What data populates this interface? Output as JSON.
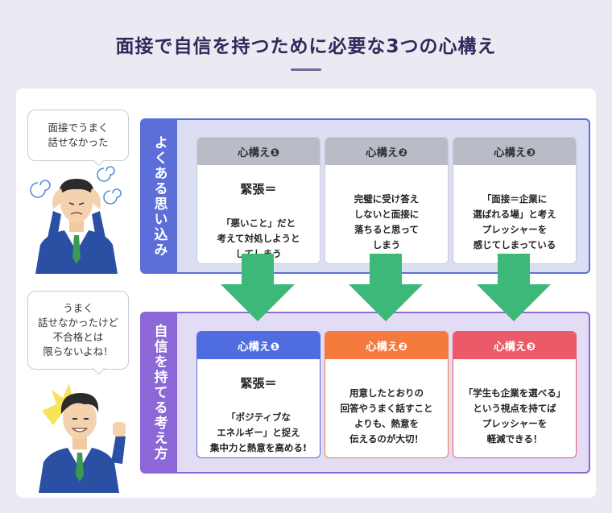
{
  "title": "面接で自信を持つために必要な3つの心構え",
  "bubbles": {
    "top": "面接でうまく\n話せなかった",
    "bottom": "うまく\n話せなかったけど\n不合格とは\n限らないよね！"
  },
  "panels": {
    "top_label": "よくある思い込み",
    "bottom_label": "自信を持てる考え方"
  },
  "top_boxes": [
    {
      "head": "心構え❶",
      "big": "緊張＝",
      "text": "「悪いこと」だと\n考えて対処しようと\nしてしまう"
    },
    {
      "head": "心構え❷",
      "big": "",
      "text": "完璧に受け答え\nしないと面接に\n落ちると思って\nしまう"
    },
    {
      "head": "心構え❸",
      "big": "",
      "text": "「面接＝企業に\n選ばれる場」と考え\nプレッシャーを\n感じてしまっている"
    }
  ],
  "bottom_boxes": [
    {
      "head": "心構え❶",
      "big": "緊張＝",
      "text": "「ポジティブな\nエネルギー」と捉え\n集中力と熱意を高める!"
    },
    {
      "head": "心構え❷",
      "big": "",
      "text": "用意したとおりの\n回答やうまく話すこと\nよりも、熱意を\n伝えるのが大切！"
    },
    {
      "head": "心構え❸",
      "big": "",
      "text": "「学生も企業を選べる」\nという視点を持てば\nプレッシャーを\n軽減できる！"
    }
  ],
  "colors": {
    "title": "#2e2a5a",
    "panel_top": "#5c6fd9",
    "panel_bottom": "#8b67d8",
    "arrow": "#3cb878",
    "box_head_top": "#b9bcc7",
    "box_head_1": "#4f6de0",
    "box_head_2": "#f47a3e",
    "box_head_3": "#ec5a6a"
  },
  "icons": [
    "worried-man-icon",
    "confident-man-icon",
    "down-arrow-icon"
  ]
}
